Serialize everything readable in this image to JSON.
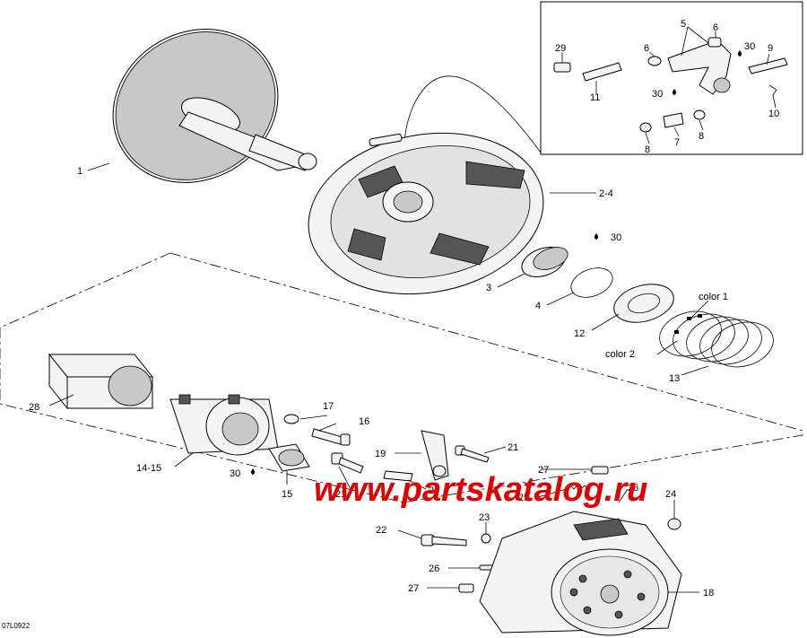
{
  "watermark": "www.partskatalog.ru",
  "diagram_code": "07L0922",
  "callouts": {
    "c1": "1",
    "c2_4": "2-4",
    "c3": "3",
    "c4": "4",
    "c5": "5",
    "c6a": "6",
    "c6b": "6",
    "c7": "7",
    "c8a": "8",
    "c8b": "8",
    "c9": "9",
    "c10": "10",
    "c11": "11",
    "c12": "12",
    "c13": "13",
    "c14_15": "14-15",
    "c15": "15",
    "c16": "16",
    "c17": "17",
    "c18": "18",
    "c19": "19",
    "c20": "20",
    "c21a": "21",
    "c21b": "21",
    "c22": "22",
    "c23": "23",
    "c24": "24",
    "c25": "25",
    "c26a": "26",
    "c26b": "26",
    "c27a": "27",
    "c27b": "27",
    "c28": "28",
    "c29": "29",
    "c30a": "30",
    "c30b": "30",
    "c30c": "30",
    "c30d": "30",
    "color1": "color 1",
    "color2": "color 2"
  }
}
